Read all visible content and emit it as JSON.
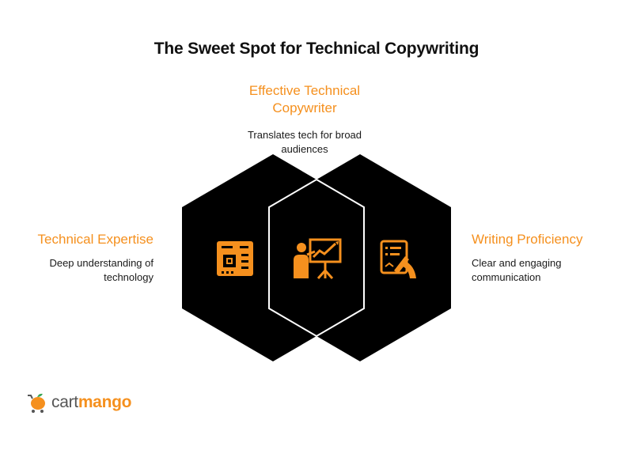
{
  "title": "The Sweet Spot for Technical Copywriting",
  "colors": {
    "accent": "#f5901e",
    "shape": "#000000",
    "outline": "#ffffff",
    "text": "#1a1a1a"
  },
  "sections": {
    "center": {
      "heading": "Effective Technical Copywriter",
      "description": "Translates tech for broad audiences",
      "icon": "presentation-chart-icon"
    },
    "left": {
      "heading": "Technical Expertise",
      "description": "Deep understanding of technology",
      "icon": "circuit-board-icon"
    },
    "right": {
      "heading": "Writing Proficiency",
      "description": "Clear and engaging communication",
      "icon": "document-writing-icon"
    }
  },
  "logo": {
    "part1": "cart",
    "part2": "mango",
    "icon": "mango-cart-icon"
  }
}
